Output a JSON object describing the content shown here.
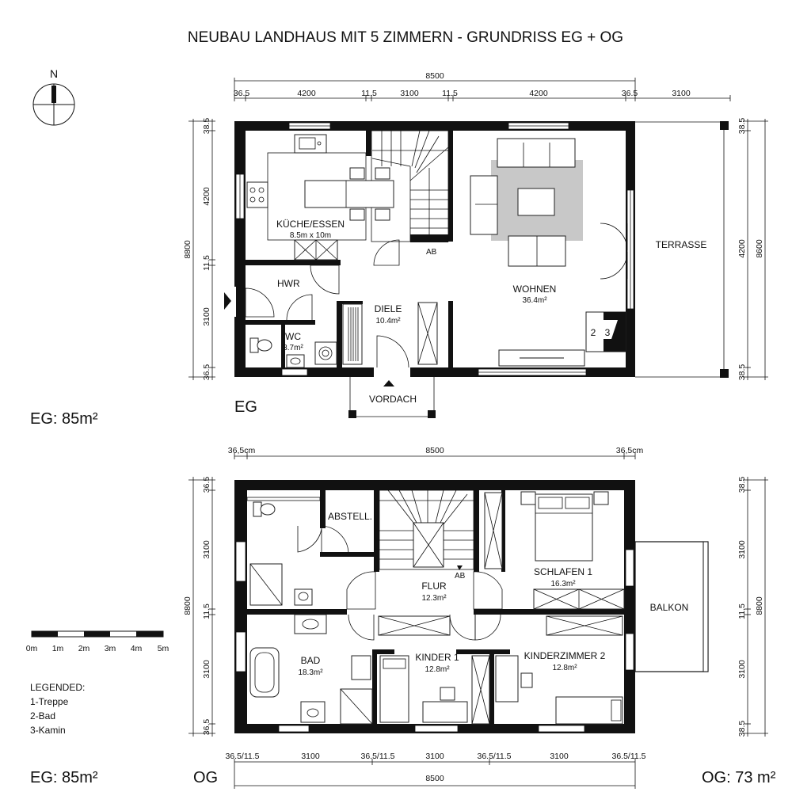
{
  "title": "NEUBAU LANDHAUS MIT 5 ZIMMERN - GRUNDRISS EG + OG",
  "compass": {
    "north": "N"
  },
  "scale_bar": {
    "labels": [
      "0m",
      "1m",
      "2m",
      "3m",
      "4m",
      "5m"
    ]
  },
  "legend": {
    "heading": "LEGENDED:",
    "items": [
      "1-Treppe",
      "2-Bad",
      "3-Kamin"
    ]
  },
  "totals": {
    "eg_left": "EG: 85m²",
    "eg_bottom": "EG: 85m²",
    "og": "OG: 73 m²"
  },
  "eg": {
    "label": "EG",
    "top_dims": {
      "total": "8500",
      "a": "36.5",
      "b": "4200",
      "c": "11.5",
      "d": "3100",
      "e": "11.5",
      "f": "4200",
      "g": "36.5",
      "terrace": "3100"
    },
    "left_dims": {
      "total": "8800",
      "a": "38.5",
      "b": "4200",
      "c": "11.5",
      "d": "3100",
      "e": "36.5"
    },
    "right_dims": {
      "total": "8600",
      "a": "38.5",
      "b": "4200",
      "c": "38.5"
    },
    "rooms": {
      "kueche": {
        "name": "KÜCHE/ESSEN",
        "area": "8.5m x 10m"
      },
      "hwr": {
        "name": "HWR"
      },
      "wc": {
        "name": "WC",
        "area": "3.7m²"
      },
      "diele": {
        "name": "DIELE",
        "area": "10.4m²"
      },
      "wohnen": {
        "name": "WOHNEN",
        "area": "36.4m²"
      },
      "terrasse": {
        "name": "TERRASSE"
      },
      "vordach": {
        "name": "VORDACH"
      }
    },
    "stair_label": "AB",
    "fire_labels": [
      "2",
      "3"
    ]
  },
  "og": {
    "label": "OG",
    "top_dims": {
      "left": "36,5cm",
      "total": "8500",
      "right": "36,5cm"
    },
    "left_dims": {
      "total": "8800",
      "a": "36.5",
      "b": "3100",
      "c": "11.5",
      "d": "3100",
      "e": "36.5"
    },
    "right_dims": {
      "total": "8800",
      "a": "38.5",
      "b": "3100",
      "c": "11.5",
      "d": "3100",
      "e": "38.5"
    },
    "bottom_dims": {
      "a": "36.5/11.5",
      "b": "3100",
      "c": "36.5/11.5",
      "d": "3100",
      "e": "36.5/11.5",
      "f": "3100",
      "g": "36.5/11.5",
      "total": "8500"
    },
    "rooms": {
      "abstell": {
        "name": "ABSTELL."
      },
      "flur": {
        "name": "FLUR",
        "area": "12.3m²"
      },
      "schlafen": {
        "name": "SCHLAFEN 1",
        "area": "16.3m²"
      },
      "balkon": {
        "name": "BALKON"
      },
      "bad": {
        "name": "BAD",
        "area": "18.3m²"
      },
      "kinder1": {
        "name": "KINDER 1",
        "area": "12.8m²"
      },
      "kinder2": {
        "name": "KINDERZIMMER 2",
        "area": "12.8m²"
      }
    },
    "stair_label": "AB"
  }
}
